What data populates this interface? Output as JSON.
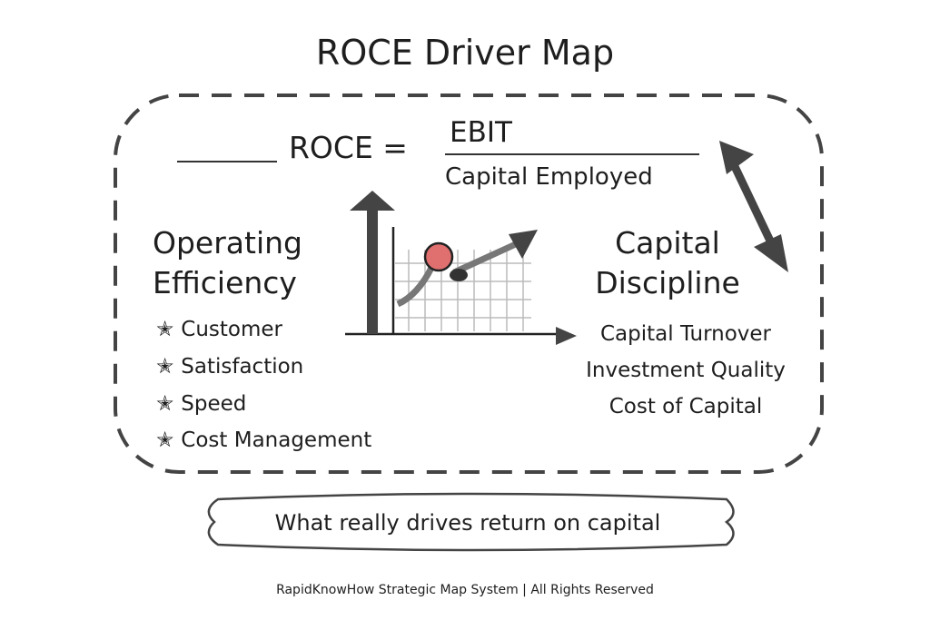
{
  "title": "ROCE Driver Map",
  "formula": {
    "lhs": "ROCE =",
    "numerator": "EBIT",
    "denominator": "Capital Employed"
  },
  "left": {
    "heading_line1": "Operating",
    "heading_line2": "Efficiency",
    "items": [
      "Customer",
      "Satisfaction",
      "Speed",
      "Cost Management"
    ],
    "bullet_icon": "star-icon"
  },
  "right": {
    "heading_line1": "Capital",
    "heading_line2": "Discipline",
    "items": [
      "Capital Turnover",
      "Investment Quality",
      "Cost of Capital"
    ]
  },
  "banner": "What really drives return on capital",
  "footer": "RapidKnowHow Strategic Map System | All Rights Reserved",
  "colors": {
    "ink": "#1e1e1e",
    "dot": "#e07070",
    "border": "#444444"
  }
}
